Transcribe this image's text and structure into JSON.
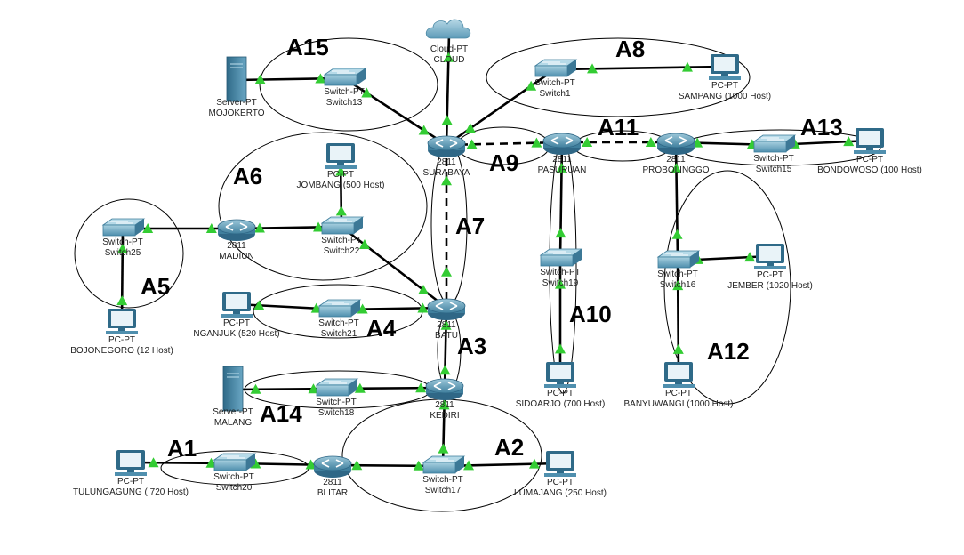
{
  "devices": {
    "server_mojokerto": {
      "type": "Server-PT",
      "name": "MOJOKERTO"
    },
    "switch13": {
      "type": "Switch-PT",
      "name": "Switch13"
    },
    "cloud": {
      "type": "Cloud-PT",
      "name": "CLOUD"
    },
    "switch1": {
      "type": "Switch-PT",
      "name": "Switch1"
    },
    "pc_sampang": {
      "type": "PC-PT",
      "name": "SAMPANG (1000 Host)"
    },
    "router_surabaya": {
      "type": "2811",
      "name": "SURABAYA"
    },
    "router_pasuruan": {
      "type": "2811",
      "name": "PASURUAN"
    },
    "router_probolinggo": {
      "type": "2811",
      "name": "PROBOLINGGO"
    },
    "switch15": {
      "type": "Switch-PT",
      "name": "Switch15"
    },
    "pc_bondowoso": {
      "type": "PC-PT",
      "name": "BONDOWOSO (100 Host)"
    },
    "pc_jombang": {
      "type": "PC-PT",
      "name": "JOMBANG (500 Host)"
    },
    "router_madiun": {
      "type": "2811",
      "name": "MADIUN"
    },
    "switch22": {
      "type": "Switch-PT",
      "name": "Switch22"
    },
    "switch25": {
      "type": "Switch-PT",
      "name": "Switch25"
    },
    "pc_bojonegoro": {
      "type": "PC-PT",
      "name": "BOJONEGORO (12 Host)"
    },
    "switch19": {
      "type": "Switch-PT",
      "name": "Switch19"
    },
    "switch16": {
      "type": "Switch-PT",
      "name": "Switch16"
    },
    "pc_jember": {
      "type": "PC-PT",
      "name": "JEMBER (1020 Host)"
    },
    "pc_nganjuk": {
      "type": "PC-PT",
      "name": "NGANJUK (520 Host)"
    },
    "switch21": {
      "type": "Switch-PT",
      "name": "Switch21"
    },
    "router_batu": {
      "type": "2811",
      "name": "BATU"
    },
    "pc_sidoarjo": {
      "type": "PC-PT",
      "name": "SIDOARJO (700 Host)"
    },
    "pc_banyuwangi": {
      "type": "PC-PT",
      "name": "BANYUWANGI (1000 Host)"
    },
    "server_malang": {
      "type": "Server-PT",
      "name": "MALANG"
    },
    "switch18": {
      "type": "Switch-PT",
      "name": "Switch18"
    },
    "router_kediri": {
      "type": "2811",
      "name": "KEDIRI"
    },
    "pc_tulungagung": {
      "type": "PC-PT",
      "name": "TULUNGAGUNG ( 720 Host)"
    },
    "switch20": {
      "type": "Switch-PT",
      "name": "Switch20"
    },
    "router_blitar": {
      "type": "2811",
      "name": "BLITAR"
    },
    "switch17": {
      "type": "Switch-PT",
      "name": "Switch17"
    },
    "pc_lumajang": {
      "type": "PC-PT",
      "name": "LUMAJANG (250 Host)"
    }
  },
  "areas": [
    "A1",
    "A2",
    "A3",
    "A4",
    "A5",
    "A6",
    "A7",
    "A8",
    "A9",
    "A10",
    "A11",
    "A12",
    "A13",
    "A14",
    "A15"
  ],
  "links": [
    [
      "server_mojokerto",
      "switch13"
    ],
    [
      "switch13",
      "router_surabaya"
    ],
    [
      "cloud",
      "router_surabaya"
    ],
    [
      "router_surabaya",
      "switch1"
    ],
    [
      "switch1",
      "pc_sampang"
    ],
    [
      "router_surabaya",
      "router_pasuruan"
    ],
    [
      "router_pasuruan",
      "router_probolinggo"
    ],
    [
      "router_probolinggo",
      "switch15"
    ],
    [
      "switch15",
      "pc_bondowoso"
    ],
    [
      "router_surabaya",
      "router_batu"
    ],
    [
      "switch22",
      "router_batu"
    ],
    [
      "pc_jombang",
      "switch22"
    ],
    [
      "router_madiun",
      "switch22"
    ],
    [
      "switch25",
      "router_madiun"
    ],
    [
      "pc_bojonegoro",
      "switch25"
    ],
    [
      "router_pasuruan",
      "switch19"
    ],
    [
      "switch19",
      "pc_sidoarjo"
    ],
    [
      "router_probolinggo",
      "switch16"
    ],
    [
      "switch16",
      "pc_jember"
    ],
    [
      "switch16",
      "pc_banyuwangi"
    ],
    [
      "pc_nganjuk",
      "switch21"
    ],
    [
      "switch21",
      "router_batu"
    ],
    [
      "router_batu",
      "router_kediri"
    ],
    [
      "server_malang",
      "switch18"
    ],
    [
      "switch18",
      "router_kediri"
    ],
    [
      "router_kediri",
      "switch17"
    ],
    [
      "pc_tulungagung",
      "switch20"
    ],
    [
      "switch20",
      "router_blitar"
    ],
    [
      "router_blitar",
      "switch17"
    ],
    [
      "switch17",
      "pc_lumajang"
    ]
  ],
  "colors": {
    "link_up": "#33cc33",
    "router": "#4a8aa6",
    "switch": "#4f94b3",
    "device": "#3b7aa0"
  }
}
